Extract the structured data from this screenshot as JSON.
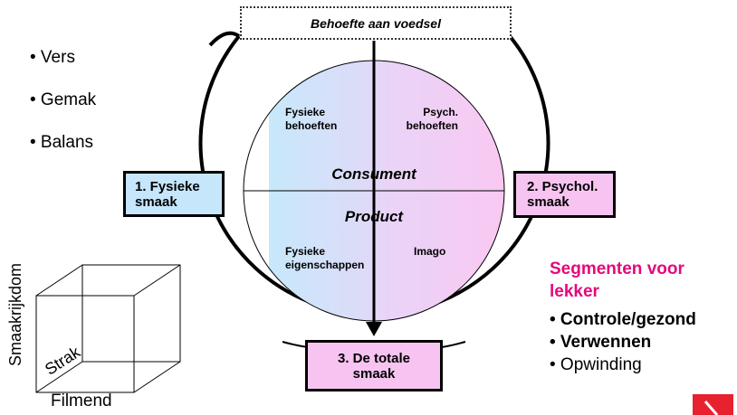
{
  "top_label": "Behoefte aan voedsel",
  "bullets_left": [
    "• Vers",
    "• Gemak",
    "• Balans"
  ],
  "circle": {
    "q_top_left": [
      "Fysieke",
      "behoeften"
    ],
    "q_top_right": [
      "Psych.",
      "behoeften"
    ],
    "q_bottom_left": [
      "Fysieke",
      "eigenschappen"
    ],
    "q_bottom_right": "Imago",
    "center_top": "Consument",
    "center_bottom": "Product"
  },
  "box_left": [
    "1. Fysieke",
    "smaak"
  ],
  "box_right": [
    "2. Psychol.",
    "smaak"
  ],
  "box_bottom": [
    "3. De totale",
    "smaak"
  ],
  "cube": {
    "axis_vertical": "Smaakrijkdom",
    "axis_diagonal": "Strak",
    "axis_horizontal": "Filmend"
  },
  "segments": {
    "title": [
      "Segmenten voor",
      "lekker"
    ],
    "items": [
      {
        "text": "• Controle/gezond",
        "bold": true
      },
      {
        "text": "• Verwennen",
        "bold": true
      },
      {
        "text": "• Opwinding",
        "bold": false
      }
    ]
  },
  "colors": {
    "blue_fill": "#c5e6fb",
    "pink_fill": "#f7c4f1",
    "segment_title": "#e4097a",
    "corner_logo": "#e8212e"
  }
}
